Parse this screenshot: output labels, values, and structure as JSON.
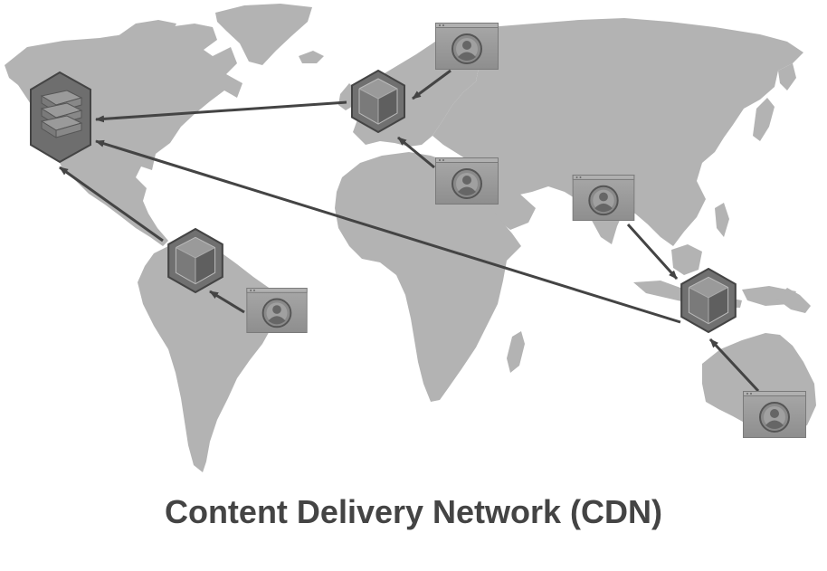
{
  "caption": "Content Delivery Network (CDN)",
  "colors": {
    "land": "#b3b3b3",
    "arrow": "#444444",
    "node_dark": "#555555",
    "node_mid": "#777777",
    "node_light": "#8a8a8a",
    "client_fill": "#9c9c9c",
    "text": "#444444"
  },
  "nodes": {
    "origin": {
      "kind": "origin-server",
      "icon": "server-stack-icon"
    },
    "edges": [
      {
        "id": "edge-europe",
        "kind": "edge-server",
        "icon": "cube-icon"
      },
      {
        "id": "edge-south-america",
        "kind": "edge-server",
        "icon": "cube-icon"
      },
      {
        "id": "edge-southeast-asia",
        "kind": "edge-server",
        "icon": "cube-icon"
      }
    ],
    "clients": [
      {
        "id": "client-north-europe",
        "icon": "user-browser-icon"
      },
      {
        "id": "client-middle-east",
        "icon": "user-browser-icon"
      },
      {
        "id": "client-south-america",
        "icon": "user-browser-icon"
      },
      {
        "id": "client-india",
        "icon": "user-browser-icon"
      },
      {
        "id": "client-australia",
        "icon": "user-browser-icon"
      }
    ]
  },
  "connections": [
    {
      "from": "client-north-europe",
      "to": "edge-europe"
    },
    {
      "from": "client-middle-east",
      "to": "edge-europe"
    },
    {
      "from": "edge-europe",
      "to": "origin"
    },
    {
      "from": "client-south-america",
      "to": "edge-south-america"
    },
    {
      "from": "edge-south-america",
      "to": "origin"
    },
    {
      "from": "client-india",
      "to": "edge-southeast-asia"
    },
    {
      "from": "client-australia",
      "to": "edge-southeast-asia"
    },
    {
      "from": "edge-southeast-asia",
      "to": "origin"
    }
  ]
}
